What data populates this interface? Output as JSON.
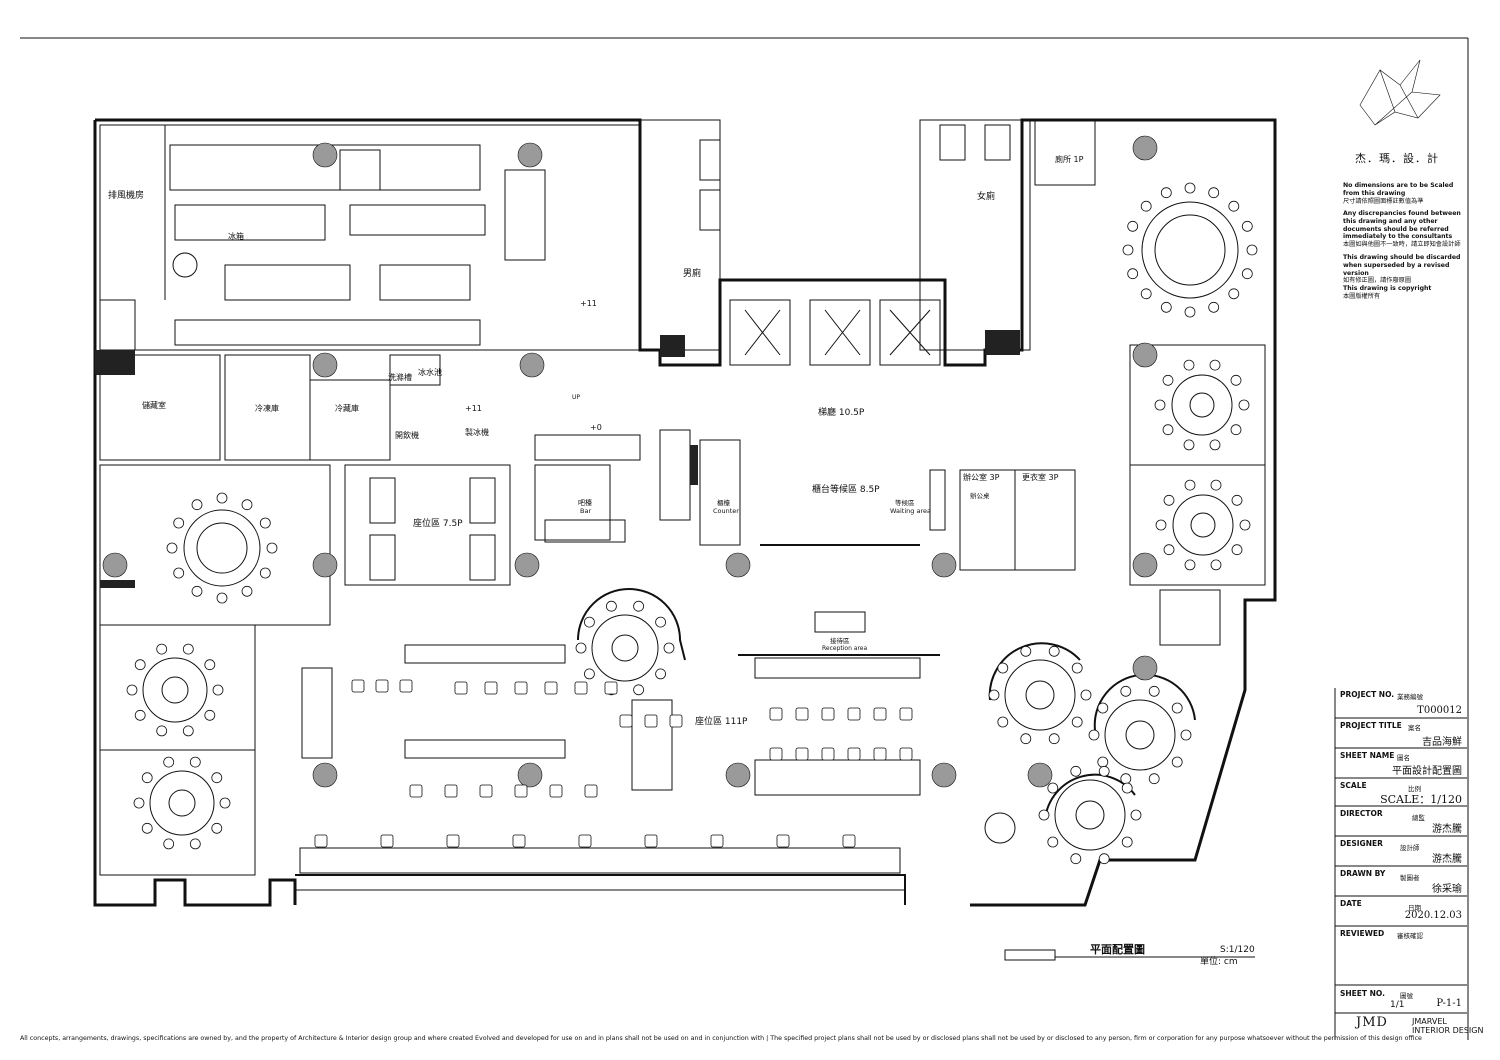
{
  "firm": {
    "name": "杰．瑪．設．計",
    "mono": "JMD",
    "english_line1": "JMARVEL",
    "english_line2": "INTERIOR DESIGN"
  },
  "notes": [
    {
      "en": "No dimensions are to be Scaled from this drawing",
      "zh": "尺寸請依照圖面標註數值為準"
    },
    {
      "en": "Any discrepancies found between this drawing and any other documents should be referred immediately to the consultants",
      "zh": "本圖如與他圖不一致時，請立即知會設計師"
    },
    {
      "en": "This drawing should be discarded when superseded by a revised version",
      "zh": "如有修正圖，請作廢原圖"
    },
    {
      "en": "This drawing is copyright",
      "zh": "本圖版權所有"
    }
  ],
  "title_block": {
    "project_no": {
      "label": "PROJECT NO.",
      "label_zh": "業務編號",
      "value": "T000012"
    },
    "project_title": {
      "label": "PROJECT TITLE",
      "label_zh": "案名",
      "value": "吉品海鮮"
    },
    "sheet_name": {
      "label": "SHEET NAME",
      "label_zh": "圖名",
      "value": "平面設計配置圖"
    },
    "scale": {
      "label": "SCALE",
      "label_zh": "比例",
      "value": "SCALE：1/120"
    },
    "director": {
      "label": "DIRECTOR",
      "label_zh": "總監",
      "value": "游杰騰"
    },
    "designer": {
      "label": "DESIGNER",
      "label_zh": "設計師",
      "value": "游杰騰"
    },
    "drawn_by": {
      "label": "DRAWN BY",
      "label_zh": "製圖者",
      "value": "徐采瑜"
    },
    "date": {
      "label": "DATE",
      "label_zh": "日期",
      "value": "2020.12.03"
    },
    "reviewed": {
      "label": "REVIEWED",
      "label_zh": "審核確認"
    },
    "sheet_no": {
      "label": "SHEET NO.",
      "label_zh": "圖號",
      "count": "1/1",
      "value": "P-1-1"
    }
  },
  "plan_title": {
    "name": "平面配置圖",
    "scale": "S:1/120",
    "unit": "單位: cm"
  },
  "rooms": {
    "exhaust_room": "排風機房",
    "storage": "儲藏室",
    "freezer": "冷凍庫",
    "fridge_room": "冷藏庫",
    "fridge": "冰箱",
    "water_filter": "洗滌槽",
    "ice_pool": "冰水池",
    "boiler": "開飲機",
    "ice_machine": "製冰機",
    "mens_wc": "男廁",
    "womens_wc": "女廁",
    "toilet": "廁所 1P",
    "lobby": "梯廳 10.5P",
    "counter_wait": "櫃台等候區 8.5P",
    "counter": "櫃檯",
    "counter_en": "Counter",
    "waiting": "等候區",
    "waiting_en": "Waiting area",
    "office_zone": "辦公室 3P",
    "locker_zone": "更衣室 3P",
    "office": "辦公桌",
    "seats_a": "座位區 7.5P",
    "bar": "吧檯",
    "bar_en": "Bar",
    "seats_main": "座位區 111P",
    "reception": "接待區",
    "reception_en": "Reception area",
    "level_a": "+11",
    "level_b": "+11",
    "level_c": "+0",
    "up": "UP"
  },
  "footer": "All concepts, arrangements, drawings, specifications are owned by, and the property of Architecture & Interior design group and where created   Evolved and developed for use on and in plans shall not be used on and in conjunction with | The specified project plans shall not be used by or disclosed plans shall not be used by or disclosed to any person, firm or corporation for any purpose whatsoever without the permission of this design office"
}
